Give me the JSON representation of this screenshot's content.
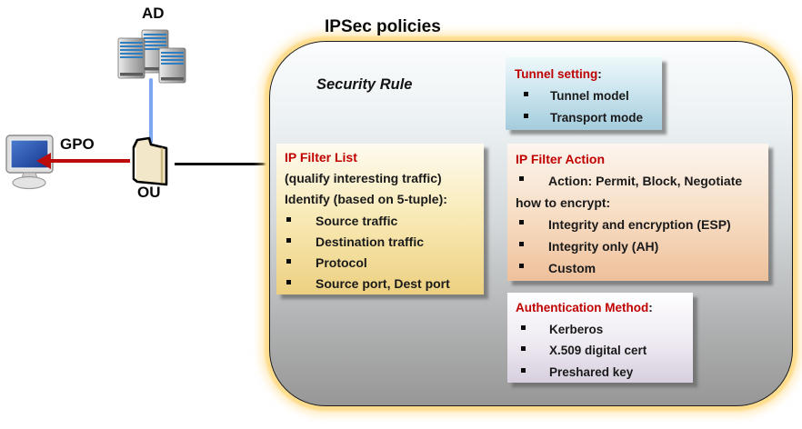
{
  "diagram": {
    "ad_label": "AD",
    "ou_label": "OU",
    "gpo_label": "GPO",
    "ipsec_title": "IPSec policies",
    "security_rule_label": "Security Rule"
  },
  "icons": {
    "servers": "ad-servers-icon",
    "folder": "ou-folder-icon",
    "monitor": "client-computer-icon",
    "bullet": "bullet-square-icon"
  },
  "boxes": {
    "tunnel_setting": {
      "title": "Tunnel setting",
      "title_colon": ":",
      "items": [
        "Tunnel model",
        "Transport  mode"
      ]
    },
    "ip_filter_list": {
      "title": "IP Filter List",
      "line1": "(qualify interesting traffic)",
      "line2": "Identify (based on 5-tuple):",
      "items": [
        "Source traffic",
        "Destination traffic",
        "Protocol",
        "Source port, Dest port"
      ]
    },
    "ip_filter_action": {
      "title": "IP Filter Action",
      "item_action": "Action: Permit, Block, Negotiate",
      "line_encrypt": "how to encrypt:",
      "items": [
        "Integrity and encryption (ESP)",
        "Integrity only (AH)",
        "Custom"
      ]
    },
    "authentication_method": {
      "title": "Authentication Method",
      "title_colon": ":",
      "items": [
        "Kerberos",
        "X.509 digital cert",
        "Preshared key"
      ]
    }
  },
  "colors": {
    "heading_red": "#c00000",
    "arrow_red": "#bb0b0b",
    "ad_link_blue": "#7da7f0",
    "glow_yellow": "#ffdd8f"
  }
}
